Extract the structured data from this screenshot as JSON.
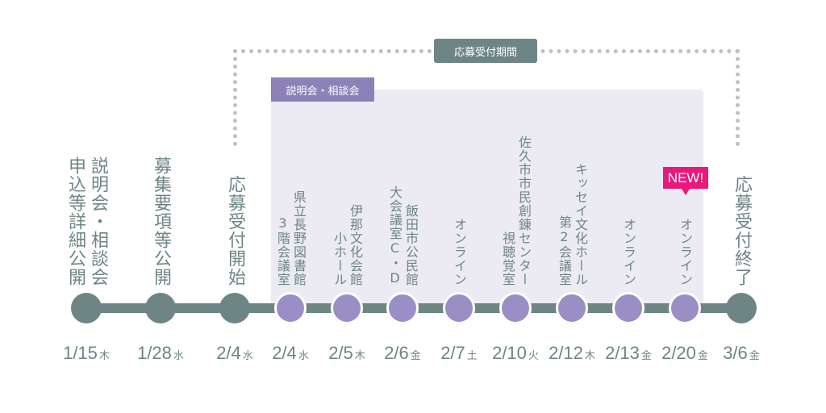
{
  "period_label": "応募受付期間",
  "session_label": "説明会・相談会",
  "new_badge": "NEW!",
  "colors": {
    "gray": "#6e8586",
    "purple": "#9a8fc4",
    "pink": "#e8197a",
    "session_bg": "#ecebf4"
  },
  "events": [
    {
      "label": "説明会・相談会\n申込等詳細公開",
      "date": "1/15",
      "weekday": "木",
      "kind": "milestone"
    },
    {
      "label": "募集要項等公開",
      "date": "1/28",
      "weekday": "水",
      "kind": "milestone"
    },
    {
      "label": "応募受付開始",
      "date": "2/4",
      "weekday": "水",
      "kind": "milestone"
    },
    {
      "label": "県立長野図書館\n3階会議室",
      "date": "2/4",
      "weekday": "水",
      "kind": "session"
    },
    {
      "label": "伊那文化会館\n小ホール",
      "date": "2/5",
      "weekday": "木",
      "kind": "session"
    },
    {
      "label": "飯田市公民館\n大会議室C・D",
      "date": "2/6",
      "weekday": "金",
      "kind": "session"
    },
    {
      "label": "オンライン",
      "date": "2/7",
      "weekday": "土",
      "kind": "session"
    },
    {
      "label": "佐久市市民創錬センター\n視聴覚室",
      "date": "2/10",
      "weekday": "火",
      "kind": "session"
    },
    {
      "label": "キッセイ文化ホール\n第2会議室",
      "date": "2/12",
      "weekday": "木",
      "kind": "session"
    },
    {
      "label": "オンライン",
      "date": "2/13",
      "weekday": "金",
      "kind": "session"
    },
    {
      "label": "オンライン",
      "date": "2/20",
      "weekday": "金",
      "kind": "session",
      "new": true
    },
    {
      "label": "応募受付終了",
      "date": "3/6",
      "weekday": "金",
      "kind": "milestone"
    }
  ]
}
